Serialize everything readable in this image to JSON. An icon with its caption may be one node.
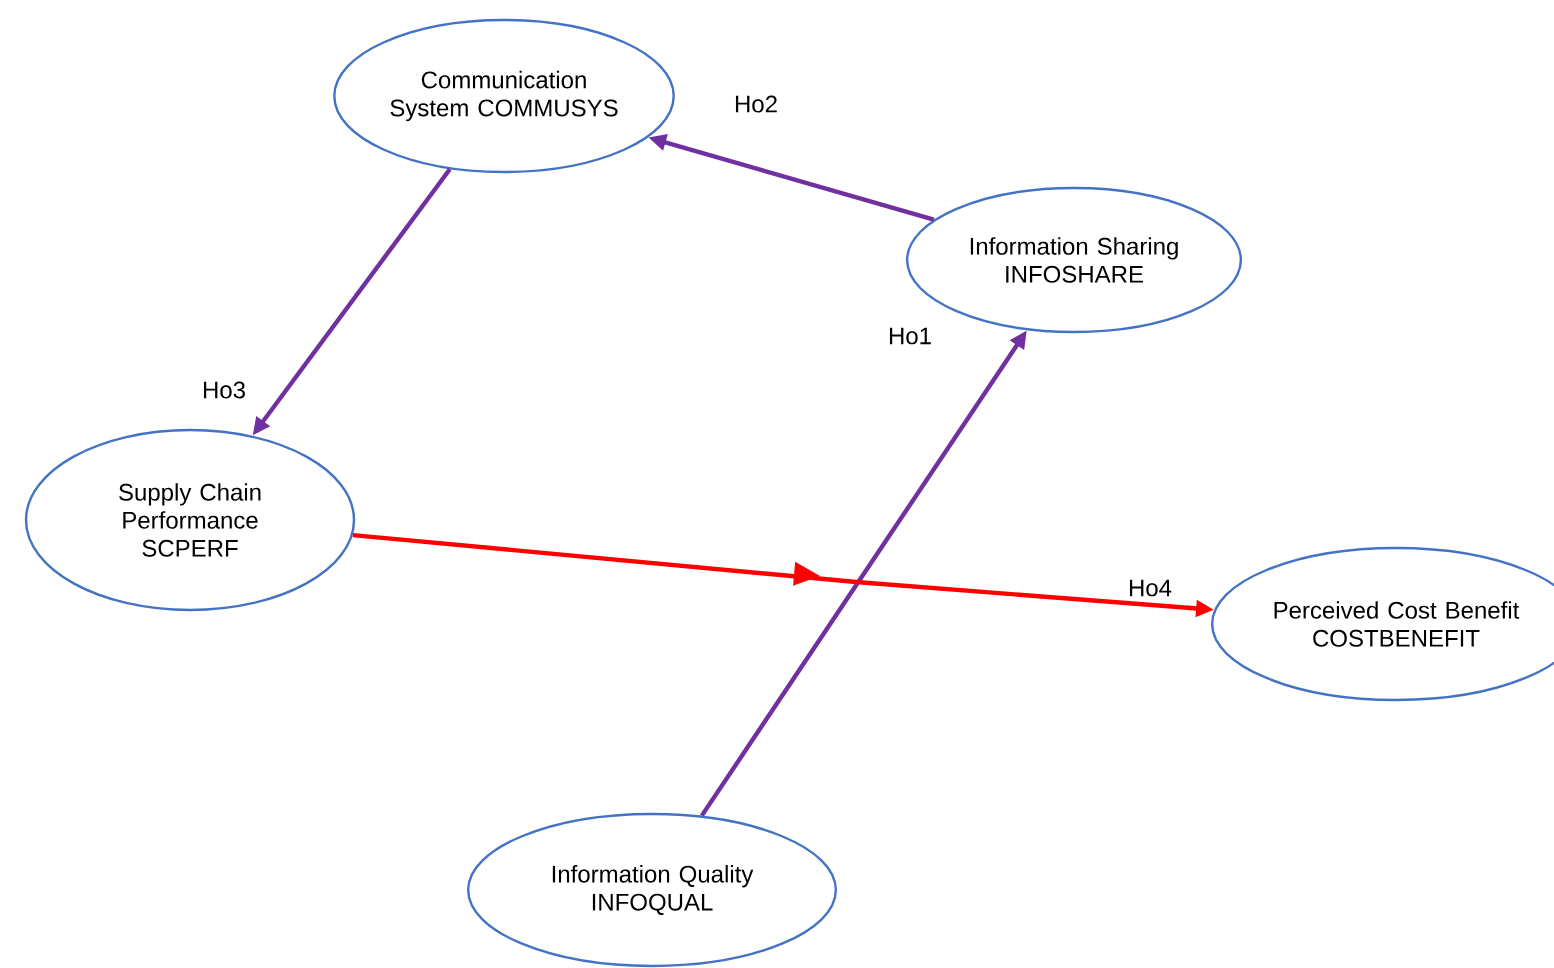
{
  "diagram": {
    "nodes": [
      {
        "text": [
          "Communication System COMMUSYS"
        ]
      },
      {
        "text": [
          "Information Sharing INFOSHARE"
        ]
      },
      {
        "text": [
          "Supply Chain Performance SCPERF"
        ]
      },
      {
        "text": [
          "Perceived Cost Benefit COSTBENEFIT"
        ]
      },
      {
        "text": [
          "Information Quality INFOQUAL"
        ]
      }
    ],
    "edges": [
      {
        "from": 1,
        "to": 0,
        "arrow": "to",
        "label": "Ho2"
      },
      {
        "from": 0,
        "to": 2,
        "arrow": "to",
        "label": "Ho3"
      },
      {
        "from": 4,
        "to": 1,
        "arrow": "to",
        "label": "Ho1"
      },
      {
        "from": 2,
        "to": 3,
        "arrow": "to",
        "label": "Ho4",
        "color": "#ff0000"
      }
    ]
  }
}
